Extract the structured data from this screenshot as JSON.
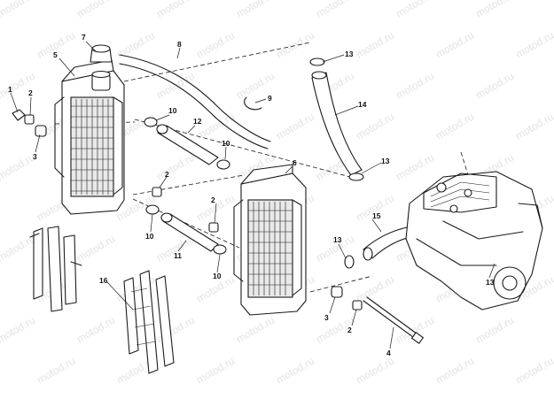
{
  "watermark": {
    "text": "motod.ru"
  },
  "callouts": {
    "c1": "1",
    "c2a": "2",
    "c2b": "2",
    "c2c": "2",
    "c2d": "2",
    "c3a": "3",
    "c3b": "3",
    "c4": "4",
    "c5": "5",
    "c6": "6",
    "c7": "7",
    "c8": "8",
    "c9": "9",
    "c10a": "10",
    "c10b": "10",
    "c10c": "10",
    "c10d": "10",
    "c11": "11",
    "c12": "12",
    "c13a": "13",
    "c13b": "13",
    "c13c": "13",
    "c13d": "13",
    "c14": "14",
    "c15": "15",
    "c16": "16"
  }
}
